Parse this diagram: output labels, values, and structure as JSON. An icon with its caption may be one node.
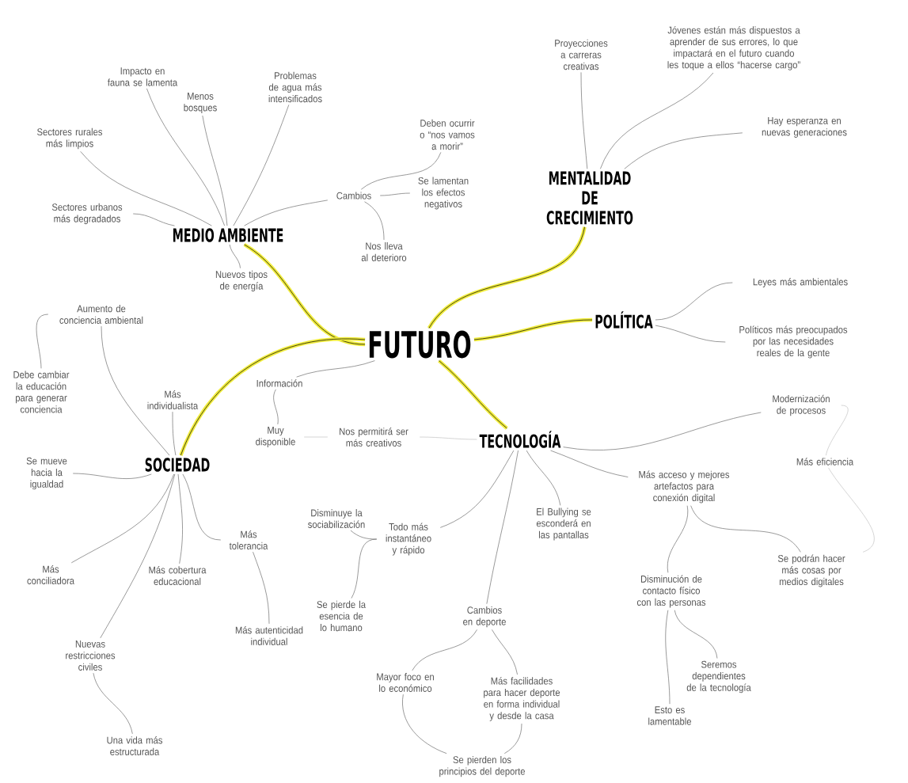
{
  "diagram": {
    "nodes": [
      {
        "text": [
          "FUTURO"
        ]
      },
      {
        "text": [
          "MEDIO AMBIENTE"
        ]
      },
      {
        "text": [
          "Impacto en fauna se lamenta"
        ]
      },
      {
        "text": [
          "Sectores rurales más limpios"
        ]
      },
      {
        "text": [
          "Menos bosques"
        ]
      },
      {
        "text": [
          "Problemas de agua más intensificados"
        ]
      },
      {
        "text": [
          "Sectores urbanos más degradados"
        ]
      },
      {
        "text": [
          "Cambios"
        ]
      },
      {
        "text": [
          "Deben ocurrir o “nos vamos a morir”"
        ]
      },
      {
        "text": [
          "Se lamentan los efectos negativos"
        ]
      },
      {
        "text": [
          "Nos lleva al deterioro"
        ]
      },
      {
        "text": [
          "Nuevos tipos de energía"
        ]
      },
      {
        "text": [
          "MENTALIDAD DE CRECIMIENTO"
        ]
      },
      {
        "text": [
          "Proyecciones a carreras creativas"
        ]
      },
      {
        "text": [
          "Jóvenes están más dispuestos a aprender de sus errores, lo que impactará en el futuro cuando les toque a ellos “hacerse cargo”"
        ]
      },
      {
        "text": [
          "Hay esperanza en nuevas generaciones"
        ]
      },
      {
        "text": [
          "POLÍTICA"
        ]
      },
      {
        "text": [
          "Leyes más ambientales"
        ]
      },
      {
        "text": [
          "Políticos más preocupados por las necesidades reales de la gente"
        ]
      },
      {
        "text": [
          "SOCIEDAD"
        ]
      },
      {
        "text": [
          "Aumento de conciencia ambiental"
        ]
      },
      {
        "text": [
          "Debe cambiar la educación para generar conciencia"
        ]
      },
      {
        "text": [
          "Más individualista"
        ]
      },
      {
        "text": [
          "Se mueve hacia la igualdad"
        ]
      },
      {
        "text": [
          "Más conciliadora"
        ]
      },
      {
        "text": [
          "Más cobertura educacional"
        ]
      },
      {
        "text": [
          "Más tolerancia"
        ]
      },
      {
        "text": [
          "Nuevas restricciones civiles"
        ]
      },
      {
        "text": [
          "Una vida más estructurada"
        ]
      },
      {
        "text": [
          "Más autenticidad individual"
        ]
      },
      {
        "text": [
          "Información"
        ]
      },
      {
        "text": [
          "Muy disponible"
        ]
      },
      {
        "text": [
          "Nos permitirá ser más creativos"
        ]
      },
      {
        "text": [
          "TECNOLOGÍA"
        ]
      },
      {
        "text": [
          "Modernización de procesos"
        ]
      },
      {
        "text": [
          "Más eficiencia"
        ]
      },
      {
        "text": [
          "Más acceso y mejores artefactos para conexión digital"
        ]
      },
      {
        "text": [
          "El Bullying se esconderá en las pantallas"
        ]
      },
      {
        "text": [
          "Todo más instantáneo y rápido"
        ]
      },
      {
        "text": [
          "Disminuye la sociabilización"
        ]
      },
      {
        "text": [
          "Se pierde la esencia de lo humano"
        ]
      },
      {
        "text": [
          "Cambios en deporte"
        ]
      },
      {
        "text": [
          "Mayor foco en lo económico"
        ]
      },
      {
        "text": [
          "Más facilidades para hacer deporte en forma individual y desde la casa"
        ]
      },
      {
        "text": [
          "Se pierden los principios del deporte"
        ]
      },
      {
        "text": [
          "Disminución de contacto físico con las personas"
        ]
      },
      {
        "text": [
          "Se podrán hacer más cosas por medios digitales"
        ]
      },
      {
        "text": [
          "Seremos dependientes de la tecnología"
        ]
      },
      {
        "text": [
          "Esto es lamentable"
        ]
      }
    ],
    "edges": [
      {
        "from": 0,
        "to": 1,
        "arrow": "none",
        "style": "thick",
        "color": "#f0ec3c"
      },
      {
        "from": 0,
        "to": 12,
        "arrow": "none",
        "style": "thick",
        "color": "#f0ec3c"
      },
      {
        "from": 0,
        "to": 16,
        "arrow": "none",
        "style": "thick",
        "color": "#f0ec3c"
      },
      {
        "from": 0,
        "to": 33,
        "arrow": "none",
        "style": "thick",
        "color": "#f0ec3c"
      },
      {
        "from": 0,
        "to": 19,
        "arrow": "none",
        "style": "thick",
        "color": "#f0ec3c"
      },
      {
        "from": 1,
        "to": 2,
        "arrow": "none"
      },
      {
        "from": 1,
        "to": 3,
        "arrow": "none"
      },
      {
        "from": 1,
        "to": 4,
        "arrow": "none"
      },
      {
        "from": 1,
        "to": 5,
        "arrow": "none"
      },
      {
        "from": 1,
        "to": 6,
        "arrow": "none"
      },
      {
        "from": 1,
        "to": 7,
        "arrow": "none"
      },
      {
        "from": 1,
        "to": 11,
        "arrow": "none"
      },
      {
        "from": 7,
        "to": 8,
        "arrow": "none"
      },
      {
        "from": 7,
        "to": 9,
        "arrow": "none"
      },
      {
        "from": 7,
        "to": 10,
        "arrow": "none"
      },
      {
        "from": 12,
        "to": 13,
        "arrow": "none"
      },
      {
        "from": 12,
        "to": 14,
        "arrow": "none"
      },
      {
        "from": 12,
        "to": 15,
        "arrow": "none"
      },
      {
        "from": 16,
        "to": 17,
        "arrow": "none"
      },
      {
        "from": 16,
        "to": 18,
        "arrow": "none"
      },
      {
        "from": 19,
        "to": 20,
        "arrow": "none"
      },
      {
        "from": 20,
        "to": 21,
        "arrow": "none"
      },
      {
        "from": 19,
        "to": 22,
        "arrow": "none"
      },
      {
        "from": 19,
        "to": 23,
        "arrow": "none"
      },
      {
        "from": 19,
        "to": 24,
        "arrow": "none"
      },
      {
        "from": 19,
        "to": 25,
        "arrow": "none"
      },
      {
        "from": 19,
        "to": 26,
        "arrow": "none"
      },
      {
        "from": 19,
        "to": 27,
        "arrow": "none"
      },
      {
        "from": 27,
        "to": 28,
        "arrow": "none"
      },
      {
        "from": 26,
        "to": 29,
        "arrow": "none"
      },
      {
        "from": 0,
        "to": 30,
        "arrow": "none"
      },
      {
        "from": 30,
        "to": 31,
        "arrow": "none"
      },
      {
        "from": 31,
        "to": 32,
        "arrow": "none",
        "color": "#b8b8b8"
      },
      {
        "from": 32,
        "to": 33,
        "arrow": "none",
        "color": "#b8b8b8"
      },
      {
        "from": 33,
        "to": 34,
        "arrow": "none"
      },
      {
        "from": 34,
        "to": 35,
        "arrow": "none",
        "color": "#b8b8b8"
      },
      {
        "from": 35,
        "to": 46,
        "arrow": "none",
        "color": "#b8b8b8"
      },
      {
        "from": 33,
        "to": 36,
        "arrow": "none"
      },
      {
        "from": 33,
        "to": 37,
        "arrow": "none"
      },
      {
        "from": 33,
        "to": 38,
        "arrow": "none"
      },
      {
        "from": 33,
        "to": 41,
        "arrow": "none"
      },
      {
        "from": 38,
        "to": 39,
        "arrow": "none"
      },
      {
        "from": 38,
        "to": 40,
        "arrow": "none"
      },
      {
        "from": 41,
        "to": 42,
        "arrow": "none"
      },
      {
        "from": 41,
        "to": 43,
        "arrow": "none"
      },
      {
        "from": 42,
        "to": 44,
        "arrow": "none"
      },
      {
        "from": 43,
        "to": 44,
        "arrow": "none"
      },
      {
        "from": 36,
        "to": 45,
        "arrow": "none"
      },
      {
        "from": 36,
        "to": 46,
        "arrow": "none"
      },
      {
        "from": 45,
        "to": 47,
        "arrow": "none"
      },
      {
        "from": 45,
        "to": 48,
        "arrow": "none"
      }
    ]
  }
}
